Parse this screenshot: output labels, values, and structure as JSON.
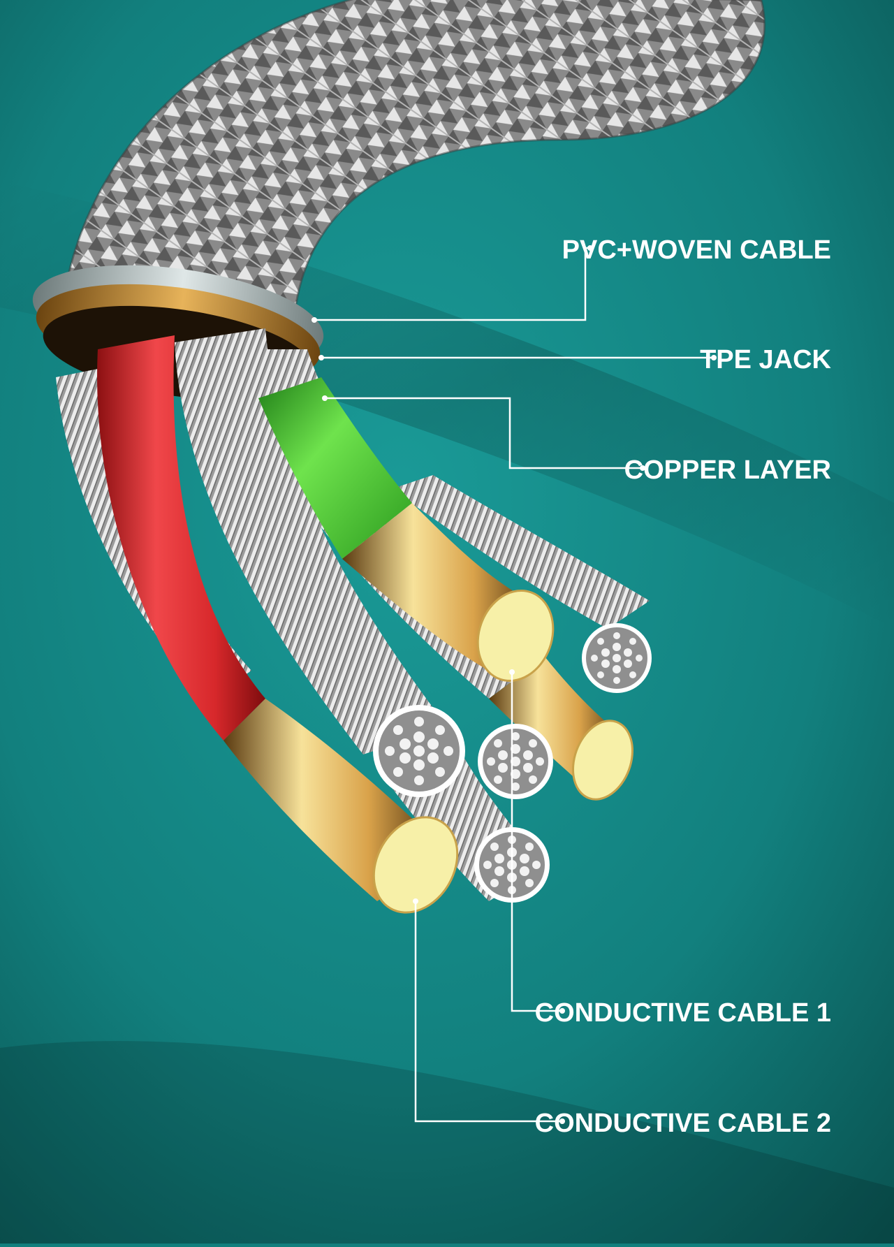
{
  "colors": {
    "background": "#127f7d",
    "label_text": "#ffffff",
    "leader_line": "#ffffff",
    "red_insulation": "#d7282b",
    "green_insulation": "#3fbf2a",
    "copper": "#c88a2a",
    "strand_silver": "#cfcfcf"
  },
  "labels": {
    "pvc_woven_cable": "PVC+WOVEN CABLE",
    "tpe_jack": "TPE JACK",
    "copper_layer": "COPPER LAYER",
    "conductive_cable_1": "CONDUCTIVE CABLE 1",
    "conductive_cable_2": "CONDUCTIVE CABLE 2"
  }
}
